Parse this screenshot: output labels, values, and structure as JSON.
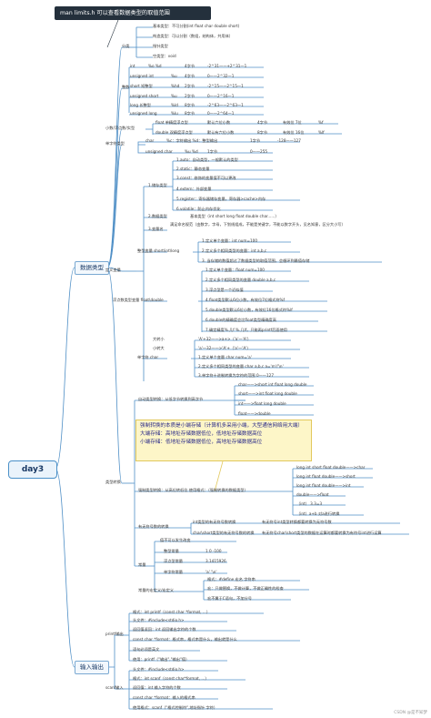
{
  "root": "day3",
  "main": {
    "data_types": "数据类型",
    "io": "输入输出"
  },
  "note": "man limits.h  可以查看数据类型的取值范围",
  "callout": [
    "强制转换的本质是小端存储（计算机多采用小端，大型通信网络用大端）",
    "大端存储：高地址存储数据低位，低地址存储数据高位",
    "小端存储：低地址存储数据低位，高地址存储数据高位"
  ],
  "labels": [
    "分类",
    "基本类型：不可分割(int float char double short)",
    "构造类型：可以分割（数组，结构体，共用体）",
    "指针类型",
    "空类型：void",
    "整数",
    "int",
    "%o  %d",
    "4字节",
    "-2^31——+2^31—1",
    "unsigned int",
    "%u",
    "4字节",
    "0——2^32—1",
    "short 短整型",
    "%hd",
    "2字节",
    "-2^15——2^15—1",
    "unsigned short",
    "%u",
    "2字节",
    "0——2^16—1",
    "long 长整型",
    "%ld",
    "8字节",
    "-2^63——2^63—1",
    "unsigned long",
    "%lu",
    "8字节",
    "0——2^64—1",
    "小数/浮点数/实型",
    "float 单精度浮点型",
    "默认六位小数",
    "4字节",
    "有效位 7位",
    "%f",
    "double 双精度浮点型",
    "默认有六位小数",
    "8字节",
    "有效位 16位",
    "%lf",
    "单字符类型",
    "char",
    "%c：字符输出  %d：整型输出",
    "1字节",
    "-128——127",
    "unsigned char",
    "%u  %d",
    "1字节",
    "0——255",
    "定义变量",
    "1.储存类型",
    "1.auto：自动类型，一般默认的类型",
    "2.static：静态变量",
    "3.const：修饰的变量值不可以更改",
    "4.extern：外部变量",
    "5.register：寄存器储存变量，寄存器>cache>内存",
    "6.volatile：防止内存优化",
    "2.数据类型",
    "基本类型（int short long float double char......）",
    "3.变量名",
    "满足命名规范（由数字，字母，下划线组成，不能是关键字，不能以数字开头，见名知意，区分大小写）",
    "整型变量 short\\int\\long",
    "1.定义单个变量：int num=100",
    "2.定义多个相同类型的变量：int a,b,c",
    "3. 当存储的数值超过了数据类型的取值范围，会循环到最值存储",
    "浮点数类型变量 float\\double",
    "1.定义单个变量：float num=100",
    "2.定义多个相同类型的变量  double a,b,c",
    "3.浮点型是一个近似值",
    "4.float类型默认6位小数，有效位7位格式符%f",
    "5.double类型默认6位小数，有效位16位格式符%lf",
    "6.double的精确度会比float类型精确度高",
    "7.确定精度%.几f  %.几lf，只能再printf后面使用",
    "单字符 char",
    "大转小",
    "'A'+32——>a+>（'a'—'A'）",
    "小转大",
    "'a'—32——>'A'+（'a'—'A'）",
    "1.定义单个变量          char num='a'",
    "2.定义多个相同类型的变量 char a,b,c   a='m'/'\\n'",
    "3.单字符十进制转换为字符的范围 0——127",
    "类型转换",
    "自动类型转换：从低字节转换到高字节",
    "char——>short int float long double",
    "short——>int float long double",
    "int——>float long double",
    "float——>double",
    "强制类型转换：从高位转低位   使用格式：（强制转换的数据类型）",
    "long int short float double——>char",
    "long int float double——>short",
    "long int float double——>int",
    "double——>float",
    "（int）  3.3=3",
    "（int）a+b   对a进行转换",
    "有无符号数的转换",
    "int类型的有无符号数转换",
    "有无符号int类型转换都要转换为无符号数",
    "char\\short类型的有无符号数的转换",
    "有无符号char\\short类型的数据在运算时都要转换为有符号int进行运算",
    "常量",
    "值不可以发生改变",
    "整型常量",
    "1   0   -100",
    "浮点型常量",
    "3.1415926",
    "单字符常量",
    "'a'   '\\n'",
    "常量的宏定义/宏定义",
    "格式：#define 宏名 字符串",
    "宏：只做替换，不做计算，不做正确性的检查",
    "宏不属于C语句，不加分号",
    "printf输出",
    "格式：int printf（const char *format, ...）",
    "头文件：#include<stdio.h>",
    "返回值返回：int 返回输出字符的个数",
    "const char *format：格式串，格式串是什么，输出就是什么",
    "语句必须是英文",
    "使用：printf（\"输出\",\"输出\"值）",
    "scanf输入",
    "头文件：#include<stdio.h>",
    "格式：int scanf（const char*format, ...）",
    "返回值：int 输入字符的个数",
    "const char *format：输入的格式串",
    "使用格式：scanf（\"格式控制符\",地址指针 字符）"
  ],
  "watermark": "CSDN @是不知梦"
}
